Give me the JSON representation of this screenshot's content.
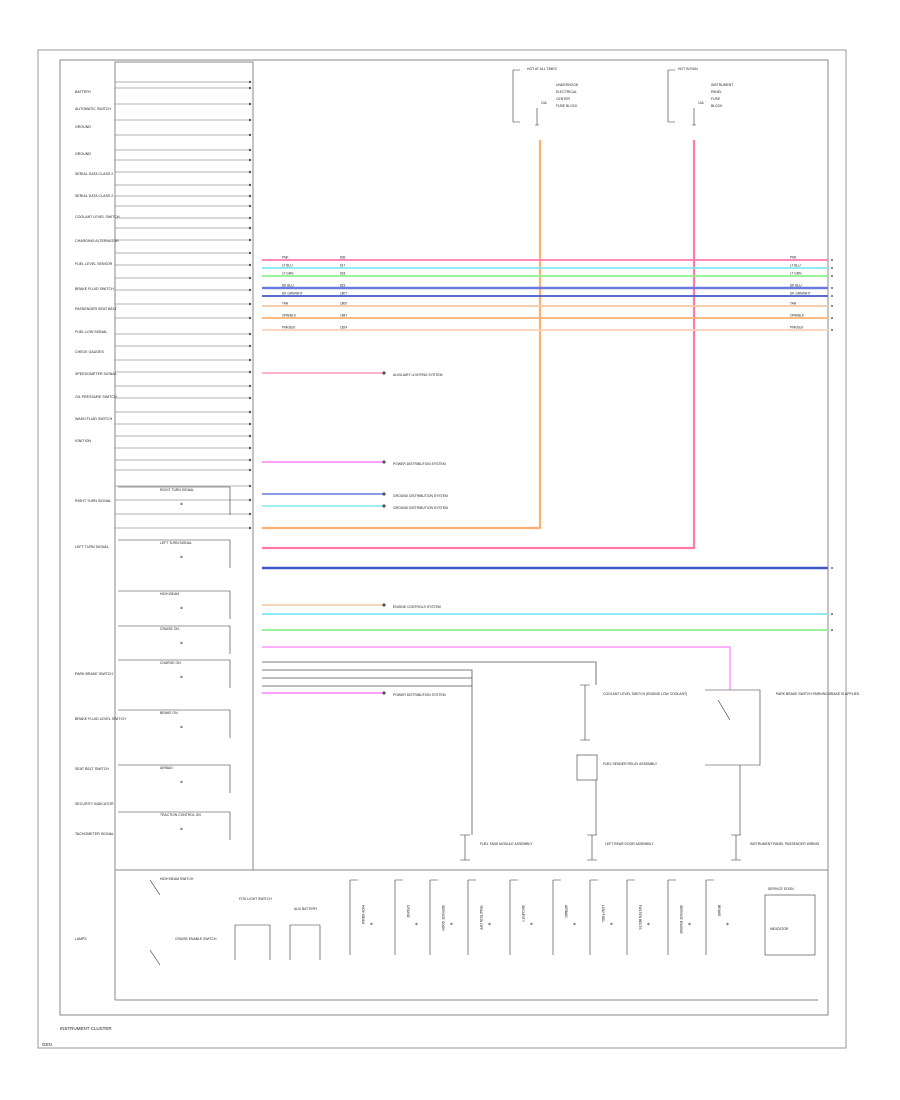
{
  "footer": {
    "caption": "INSTRUMENT CLUSTER",
    "code": "GEN"
  },
  "left_labels": [
    "BATTERY",
    "AUTOMATIC SWITCH",
    "GROUND",
    "GROUND",
    "SERIAL DATA CLASS 2",
    "SERIAL DATA CLASS 2",
    "COOLANT LEVEL SWITCH",
    "CHARGING ALTERNATOR",
    "FUEL LEVEL SENSOR",
    "BRAKE FLUID SWITCH",
    "PASSENGER SEAT BELT",
    "FUEL LOW SIGNAL",
    "CHECK GAUGES",
    "SPEEDOMETER SIGNAL",
    "OIL PRESSURE SWITCH",
    "WASH FLUID SWITCH",
    "IGNITION",
    "",
    "RIGHT TURN SIGNAL",
    "LEFT TURN SIGNAL",
    "",
    "",
    "",
    "PARK BRAKE SWITCH",
    "BRAKE FLUID LEVEL SWITCH",
    "SEAT BELT SWITCH",
    "",
    "SECURITY INDICATOR",
    "TACHOMETER SIGNAL",
    "LAMPS"
  ],
  "cluster_indicators": [
    "RIGHT TURN SIGNAL",
    "LEFT TURN SIGNAL",
    "HIGH BEAM",
    "CRUISE ON",
    "CHARGE ON",
    "BRAKE ON",
    "AIRBAG",
    "TRACTION CONTROL ON"
  ],
  "wire_colors": [
    "PNK",
    "LT BLU",
    "LT GRN",
    "DK BLU",
    "DK GRN/WHT",
    "TAN",
    "ORN/BLK",
    "PNK/BLK"
  ],
  "circuits": [
    "839",
    "617",
    "818",
    "819",
    "1807",
    "1800",
    "1687",
    "1824"
  ],
  "destinations": [
    "AUXILIARY LIGHTING SYSTEM",
    "POWER DISTRIBUTION SYSTEM",
    "GROUND DISTRIBUTION SYSTEM",
    "GROUND DISTRIBUTION SYSTEM",
    "ENGINE CONTROLS SYSTEM",
    "POWER DISTRIBUTION SYSTEM"
  ],
  "top_fuses": [
    {
      "title": "HOT AT ALL TIMES",
      "lines": [
        "UNDERHOOD",
        "ELECTRICAL",
        "CENTER",
        "FUSE BLOCK"
      ],
      "fuse": "10A"
    },
    {
      "title": "HOT IN RUN",
      "lines": [
        "INSTRUMENT",
        "PANEL",
        "FUSE",
        "BLOCK"
      ],
      "fuse": "10A"
    }
  ],
  "components_right": [
    "COOLANT LEVEL SWITCH (ENGINE LOW COOLANT)",
    "FUEL SENDER RELAY ASSEMBLY",
    "PARK BRAKE SWITCH PARKING BRAKE IS APPLIED",
    "FUEL TANK MODULE ASSEMBLY",
    "LEFT REAR DOOR ASSEMBLY",
    "INSTRUMENT PANEL PASSENGER WIRING"
  ],
  "bottom_indicators": [
    "HIGH BEAM",
    "CRUISE",
    "SERVICE SOON",
    "TRACTION OFF",
    "SECURITY",
    "AIRBAG",
    "LOW FUEL",
    "FASTEN BELTS",
    "SERVICE ENGINE",
    "BRAKE"
  ],
  "bottom_left_labels": [
    "HIGH BEAM SWITCH",
    "CRUISE ENABLE SWITCH",
    "FOG LIGHT SWITCH",
    "AUX BATTERY"
  ],
  "bottom_right_box": {
    "title": "SERVICE SOON",
    "subtitle": "INDICATOR"
  },
  "colors": {
    "frame": "#999999",
    "orange": "#ffb070",
    "pink": "#ff7aa8",
    "cyan": "#80e8f0",
    "green": "#8ef08e",
    "blue": "#6a7ae0",
    "dkblue": "#4458c8",
    "tan": "#f0c8a0",
    "magenta": "#ff80ff",
    "peach": "#ffd0b8"
  }
}
